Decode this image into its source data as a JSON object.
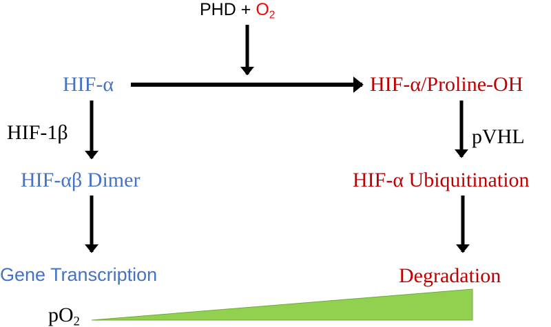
{
  "top": {
    "enzyme": "PHD",
    "plus": "+",
    "oxygen": "O",
    "oxygen_sub": "2"
  },
  "left_column": {
    "hif_alpha": "HIF-α",
    "cofactor": "HIF-1β",
    "dimer": "HIF-αβ Dimer",
    "outcome": "Gene Transcription"
  },
  "right_column": {
    "hydroxylated": "HIF-α/Proline-OH",
    "cofactor": "pVHL",
    "ubiquitination": "HIF-α Ubiquitination",
    "outcome": "Degradation"
  },
  "gradient": {
    "label": "pO",
    "label_sub": "2"
  },
  "colors": {
    "blue": "#4472C4",
    "red": "#C00000",
    "oxygen": "#FF0000",
    "gradient_fill": "#92D050"
  }
}
